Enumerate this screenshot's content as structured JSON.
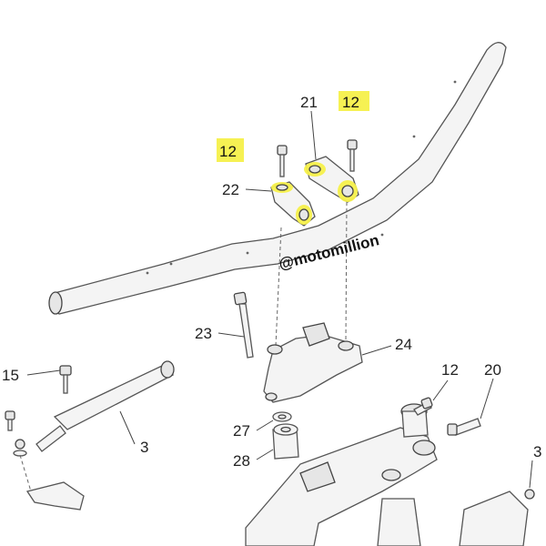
{
  "diagram": {
    "watermark": "@motomillion",
    "highlight_color": "#f5f04a",
    "callouts": {
      "c12_top_left": "12",
      "c12_top_right": "12",
      "c21": "21",
      "c22": "22",
      "c23": "23",
      "c24": "24",
      "c15": "15",
      "c3": "3",
      "c12_right": "12",
      "c20": "20",
      "c27": "27",
      "c28": "28",
      "c3_edge": "3"
    }
  }
}
